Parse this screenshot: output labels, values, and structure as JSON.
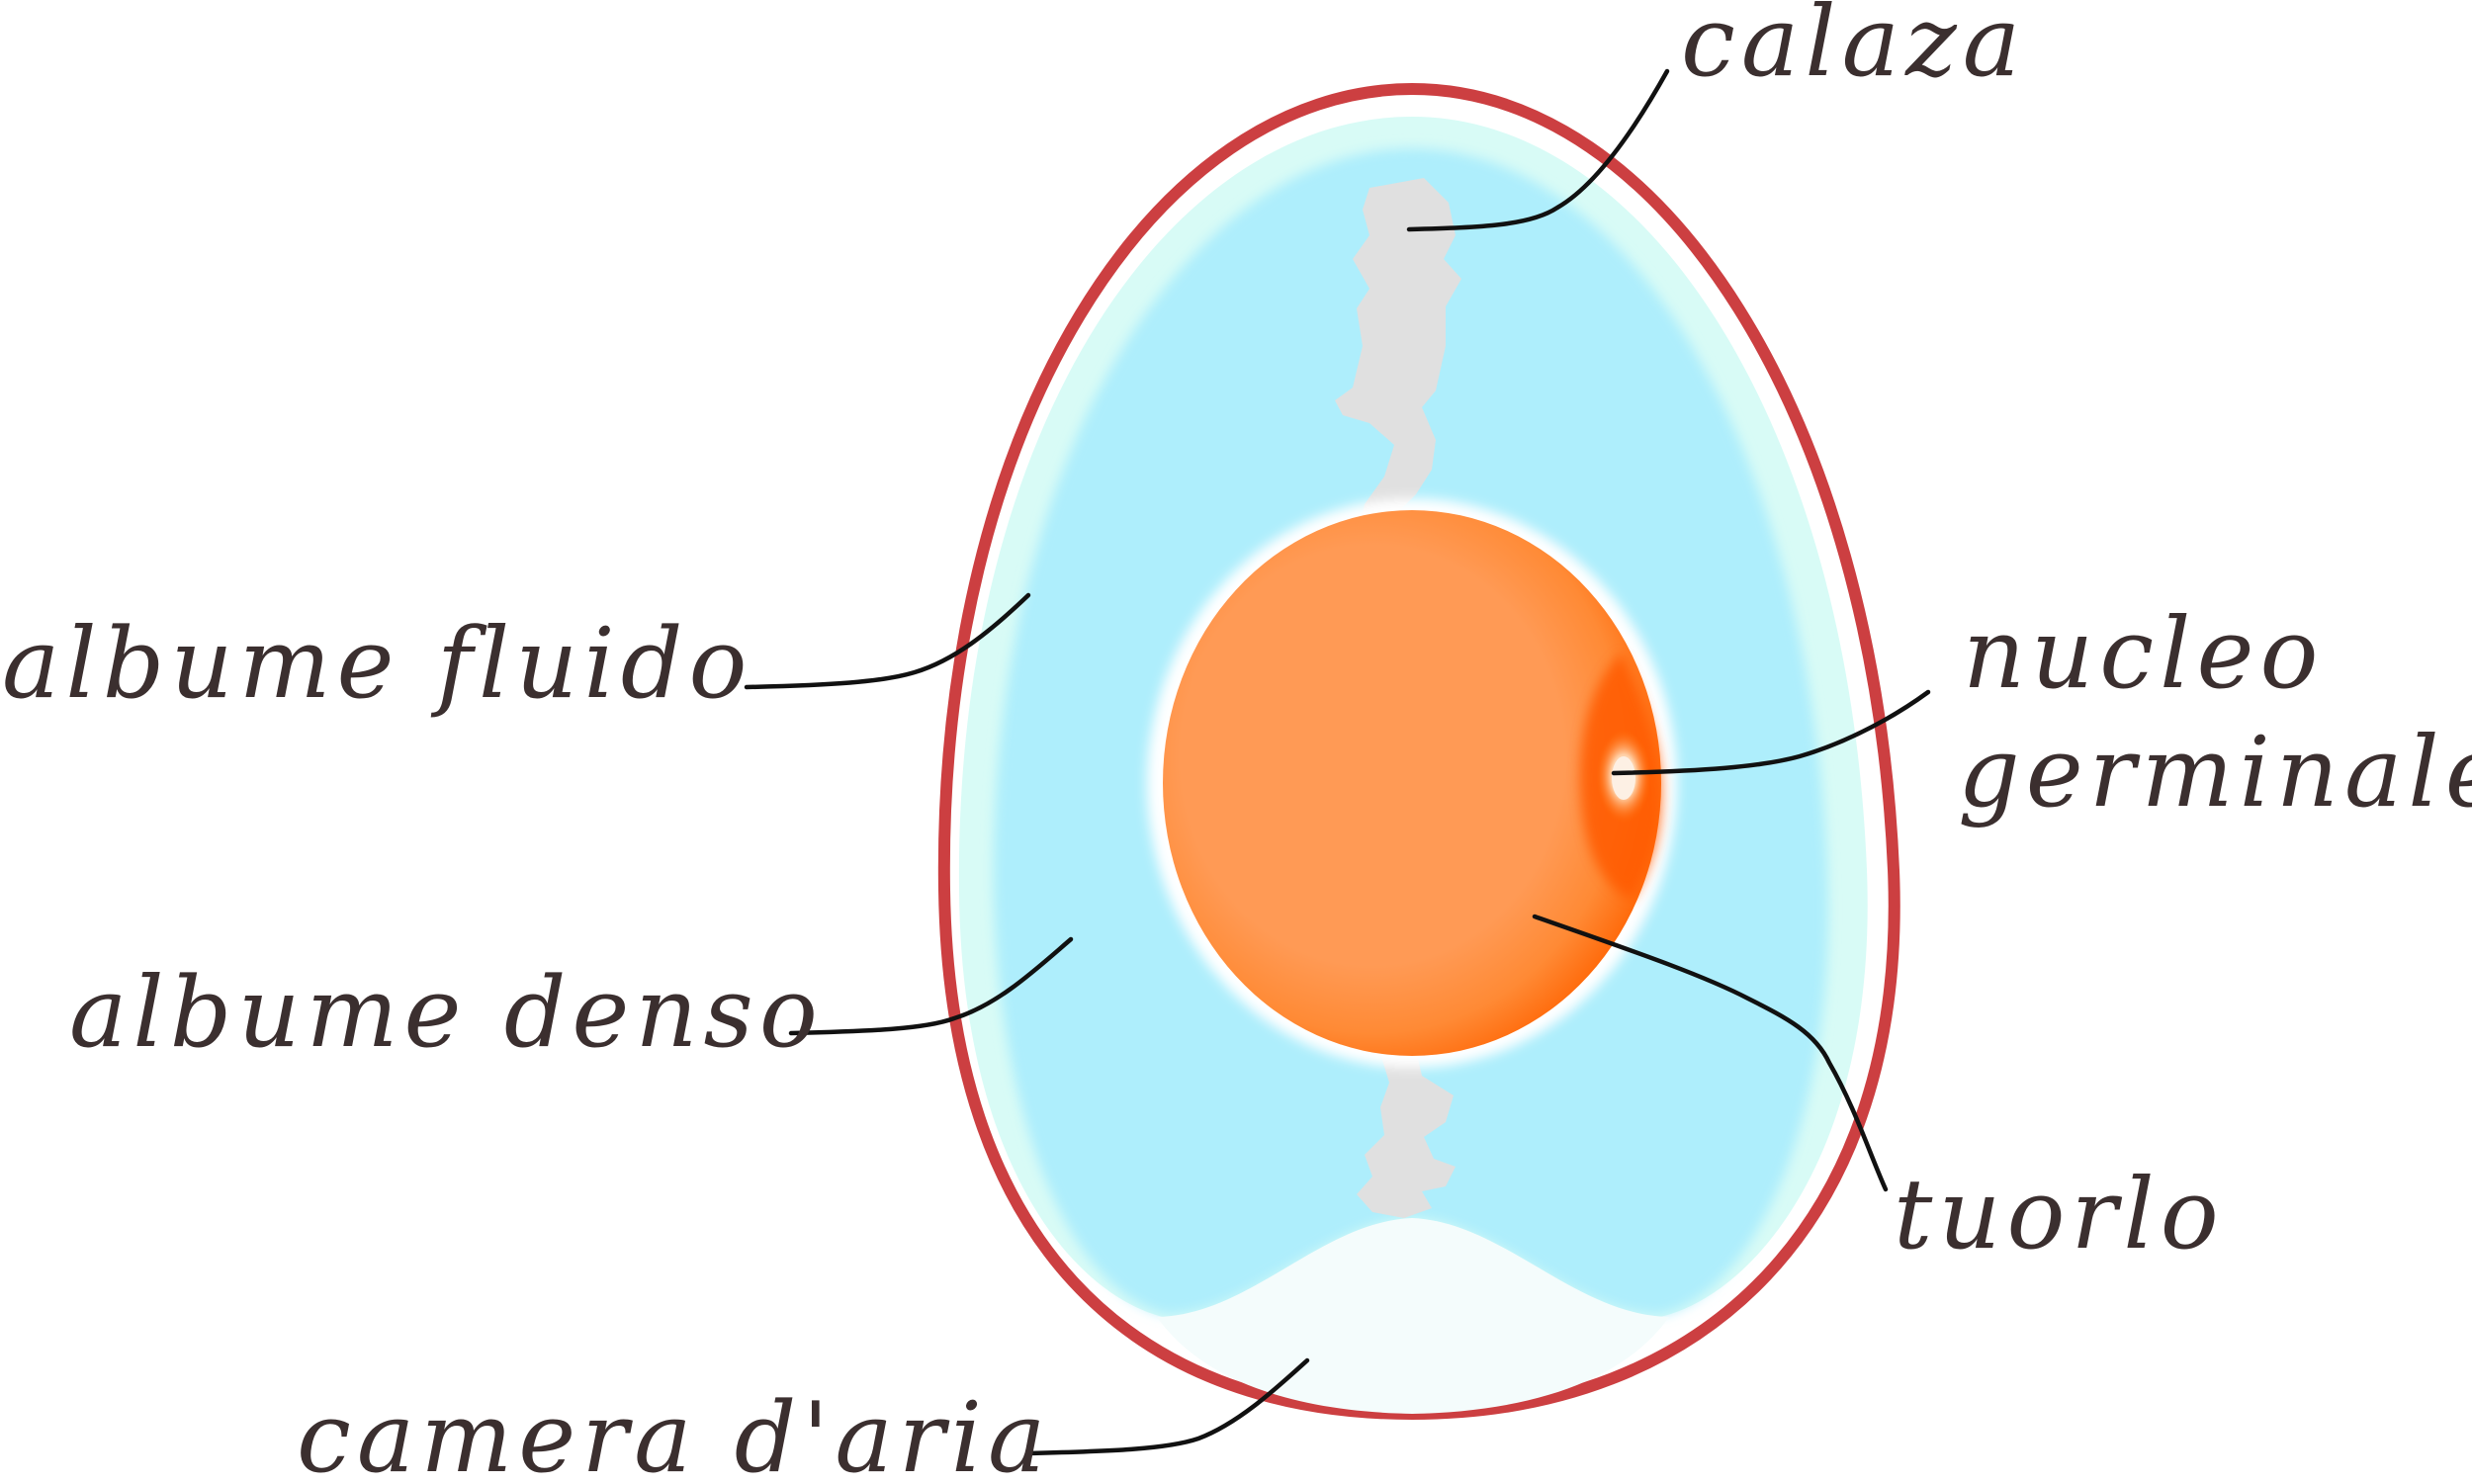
{
  "labels": {
    "calaza": "calaza",
    "albume_fluido": "albume fluido",
    "albume_denso": "albume denso",
    "camera_aria": "camera d'aria",
    "nucleo_line1": "nucleo",
    "nucleo_line2": "germinale",
    "tuorlo": "tuorlo"
  },
  "colors": {
    "shell": "#cc3f41",
    "thin_albumen": "#d8fbf6",
    "thick_albumen": "#aeeefc",
    "air_cell": "#f4fcfc",
    "yolk_outer": "#ff6a00",
    "yolk_inner": "#ff9a55",
    "chalaza": "#e0e0e0",
    "germinal_disc": "#fbe9d6",
    "text": "#3b2f2f"
  }
}
